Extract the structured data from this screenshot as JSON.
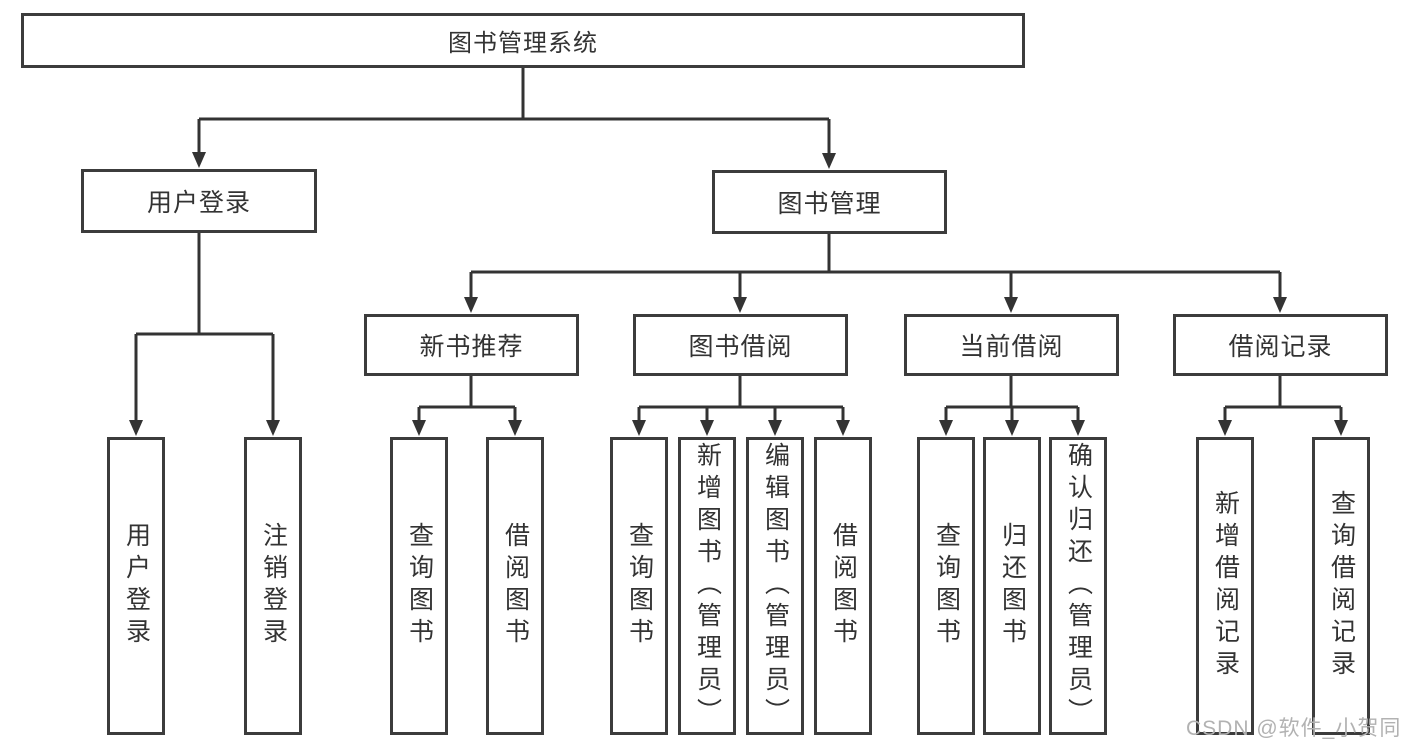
{
  "style": {
    "line_color": "#333333",
    "box_border_color": "#3c3c3c",
    "box_fill": "#ffffff",
    "text_color": "#333333",
    "watermark_color": "#b2b2b2"
  },
  "watermark": "CSDN @软件_小贺同学",
  "tree": {
    "label": "图书管理系统",
    "children": [
      {
        "label": "用户登录",
        "children": [
          {
            "label": "用户登录"
          },
          {
            "label": "注销登录"
          }
        ]
      },
      {
        "label": "图书管理",
        "children": [
          {
            "label": "新书推荐",
            "children": [
              {
                "label": "查询图书"
              },
              {
                "label": "借阅图书"
              }
            ]
          },
          {
            "label": "图书借阅",
            "children": [
              {
                "label": "查询图书"
              },
              {
                "label": "新增图书（管理员）"
              },
              {
                "label": "编辑图书（管理员）"
              },
              {
                "label": "借阅图书"
              }
            ]
          },
          {
            "label": "当前借阅",
            "children": [
              {
                "label": "查询图书"
              },
              {
                "label": "归还图书"
              },
              {
                "label": "确认归还（管理员）"
              }
            ]
          },
          {
            "label": "借阅记录",
            "children": [
              {
                "label": "新增借阅记录"
              },
              {
                "label": "查询借阅记录"
              }
            ]
          }
        ]
      }
    ]
  }
}
